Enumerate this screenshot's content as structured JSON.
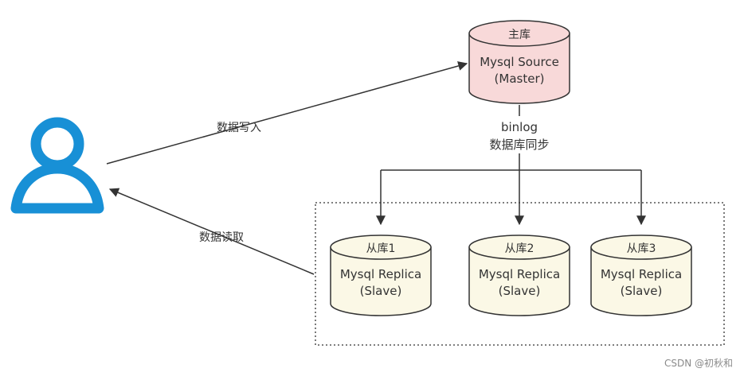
{
  "user": {
    "icon": "user-icon",
    "color": "#1890d6"
  },
  "edges": {
    "write_label": "数据写入",
    "read_label": "数据读取",
    "sync_label_1": "binlog",
    "sync_label_2": "数据库同步"
  },
  "master": {
    "title": "主库",
    "line1": "Mysql Source",
    "line2": "(Master)",
    "fill": "#f8d9d9"
  },
  "replicas": [
    {
      "title": "从库1",
      "line1": "Mysql Replica",
      "line2": "(Slave)"
    },
    {
      "title": "从库2",
      "line1": "Mysql Replica",
      "line2": "(Slave)"
    },
    {
      "title": "从库3",
      "line1": "Mysql Replica",
      "line2": "(Slave)"
    }
  ],
  "replica_fill": "#fbf8e6",
  "watermark": "CSDN @初秋和"
}
